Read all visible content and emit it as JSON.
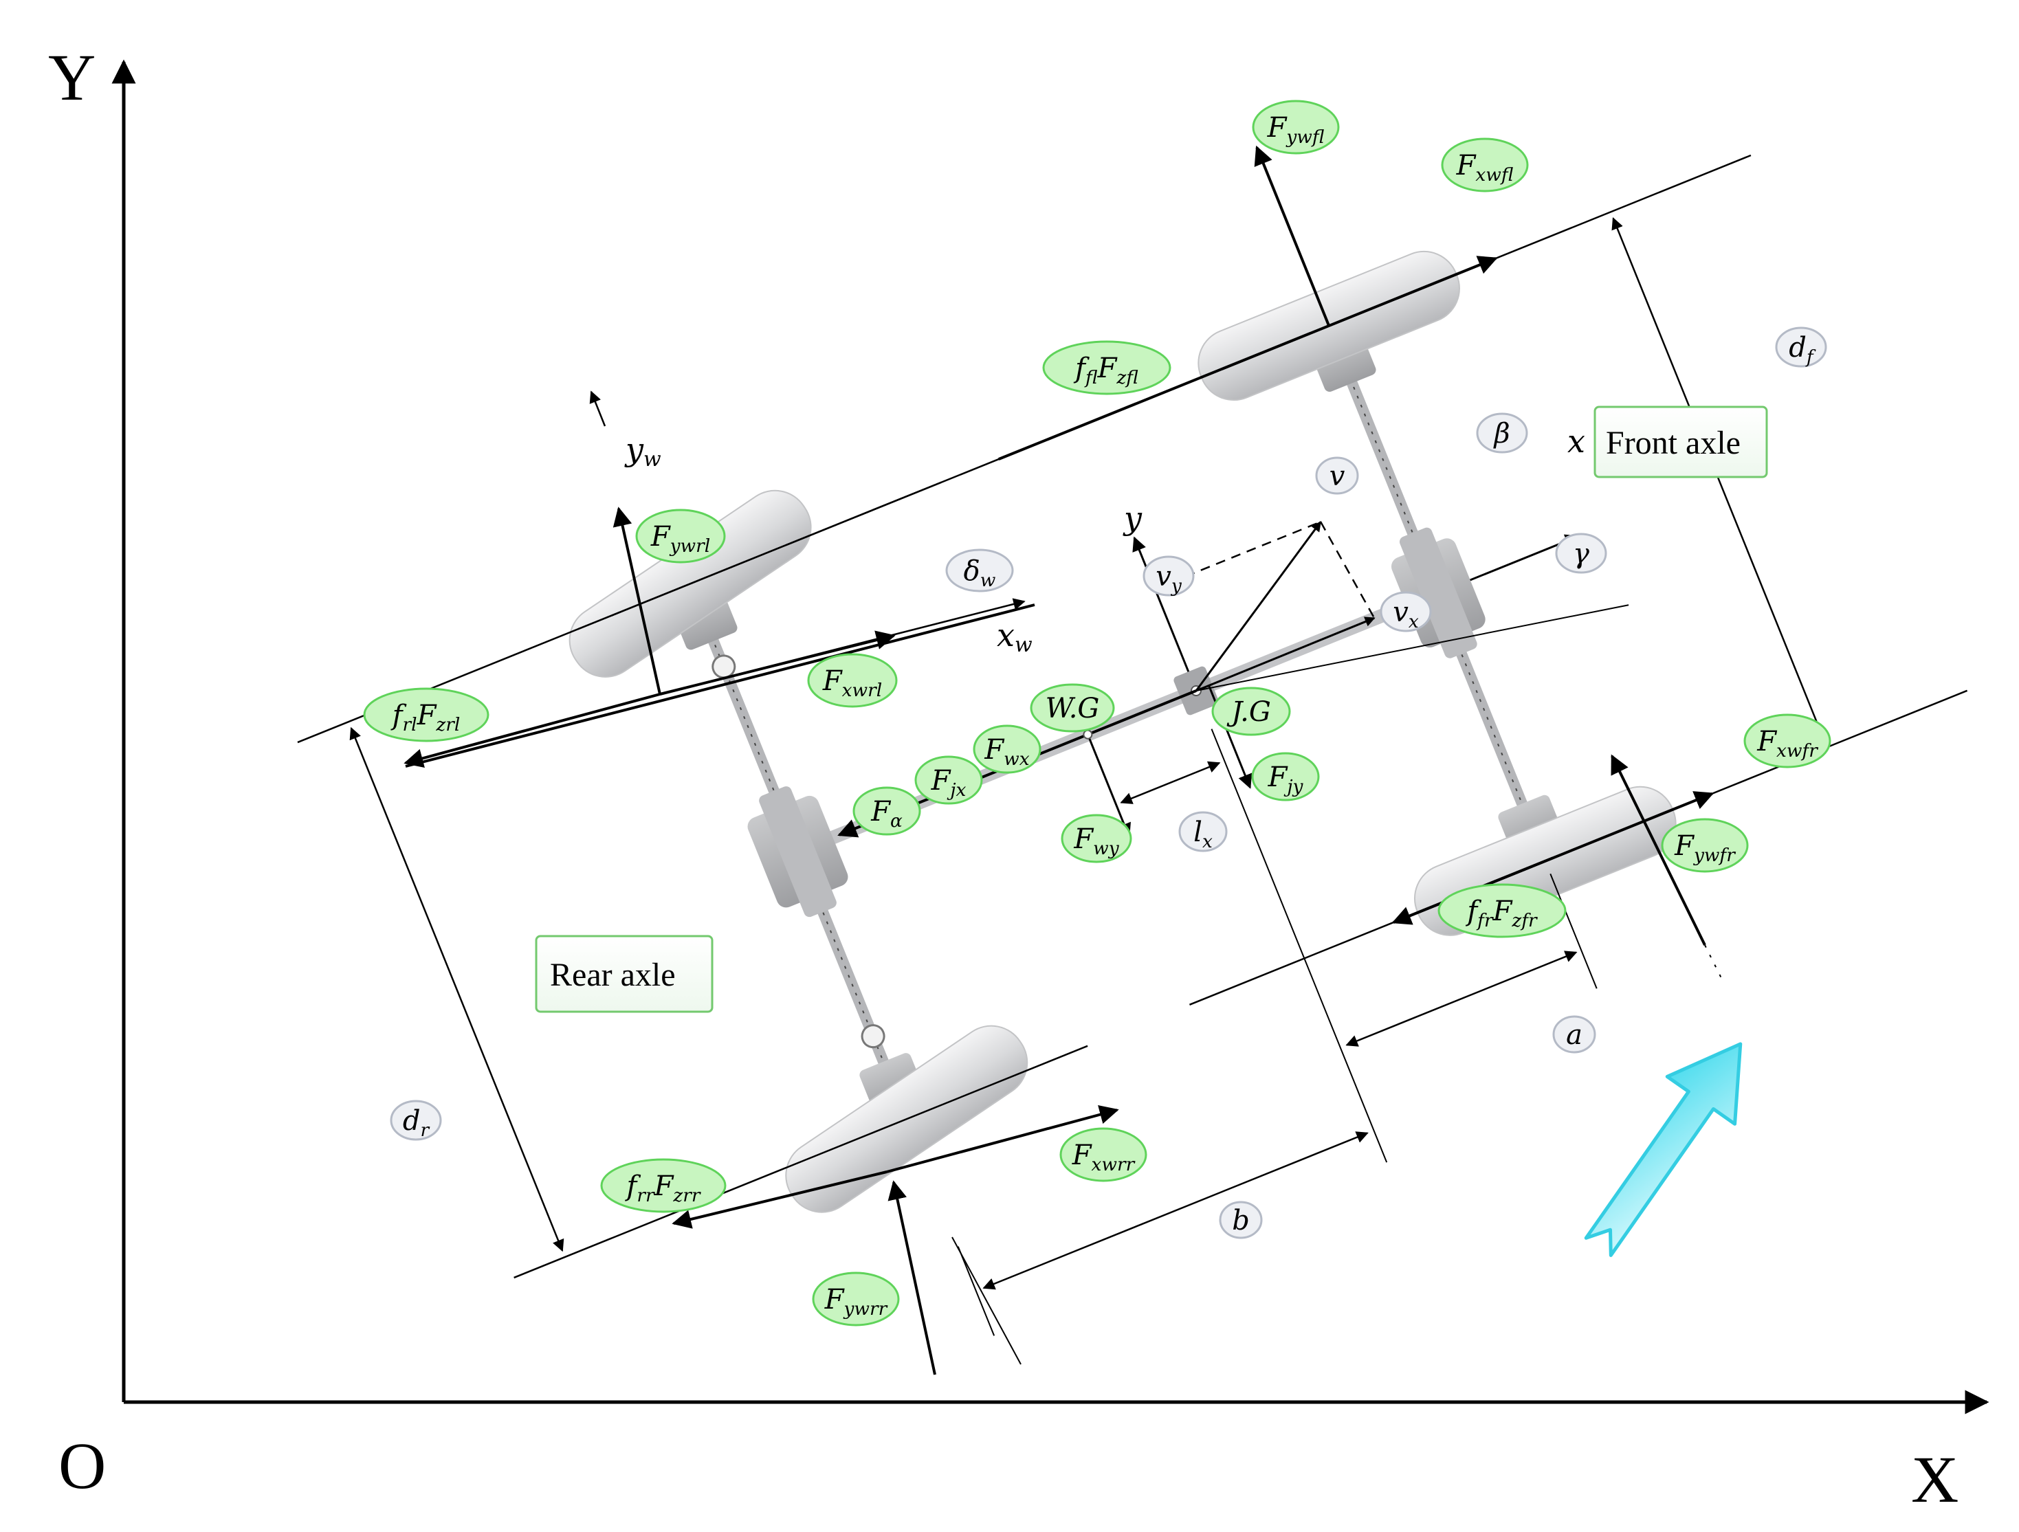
{
  "axes": {
    "origin": "O",
    "x": "X",
    "y": "Y"
  },
  "boxes": {
    "front_axle": "Front axle",
    "rear_axle": "Rear axle"
  },
  "body_axes": {
    "x": "x",
    "y": "y",
    "xw": [
      "x",
      "w"
    ],
    "yw": [
      "y",
      "w"
    ]
  },
  "points": {
    "jg": "J.G",
    "wg": "W.G"
  },
  "forces": {
    "fywfl": [
      "F",
      "ywfl"
    ],
    "fxwfl": [
      "F",
      "xwfl"
    ],
    "ffl_fzfl": [
      "f",
      "fl",
      "F",
      "zfl"
    ],
    "fywrl": [
      "F",
      "ywrl"
    ],
    "fxwrl": [
      "F",
      "xwrl"
    ],
    "frl_fzrl": [
      "f",
      "rl",
      "F",
      "zrl"
    ],
    "fxwfr": [
      "F",
      "xwfr"
    ],
    "fywfr": [
      "F",
      "ywfr"
    ],
    "ffr_fzfr": [
      "f",
      "fr",
      "F",
      "zfr"
    ],
    "fxwrr": [
      "F",
      "xwrr"
    ],
    "fywrr": [
      "F",
      "ywrr"
    ],
    "frr_fzrr": [
      "f",
      "rr",
      "F",
      "zrr"
    ],
    "fwx": [
      "F",
      "wx"
    ],
    "fjx": [
      "F",
      "jx"
    ],
    "falpha": [
      "F",
      "α"
    ],
    "fwy": [
      "F",
      "wy"
    ],
    "fjy": [
      "F",
      "jy"
    ]
  },
  "dims": {
    "df": [
      "d",
      "f"
    ],
    "dr": [
      "d",
      "r"
    ],
    "a": "a",
    "b": "b",
    "lx": [
      "l",
      "x"
    ],
    "beta": "β",
    "gamma": "γ",
    "delta_w": [
      "δ",
      "w"
    ],
    "v": "v",
    "vx": [
      "v",
      "x"
    ],
    "vy": [
      "v",
      "y"
    ]
  },
  "colors": {
    "force_label_fill": "#c8f5c0",
    "force_label_stroke": "#5fd35a",
    "dim_label_fill": "#eef0f4",
    "dim_label_stroke": "#b4bac6",
    "wheel_fill": "#d9dadc",
    "direction_arrow": "#5fe4f2"
  }
}
